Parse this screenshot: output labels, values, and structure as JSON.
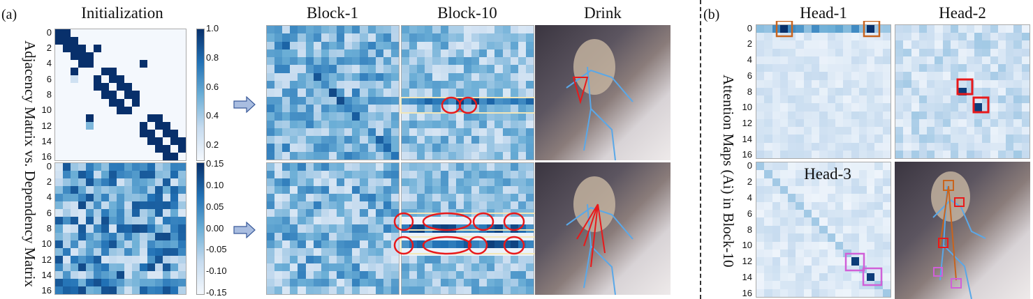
{
  "panel_a": {
    "label": "(a)",
    "col_titles": [
      "Initialization",
      "Block-1",
      "Block-10",
      "Drink"
    ],
    "ylabel": "Adjacency Matrix vs. Dependency Matrix",
    "yticks": [
      "0",
      "2",
      "4",
      "6",
      "8",
      "10",
      "12",
      "14",
      "16"
    ],
    "colorbar_top": [
      "1.0",
      "0.8",
      "0.6",
      "0.4",
      "0.2"
    ],
    "colorbar_bottom": [
      "0.15",
      "0.10",
      "0.05",
      "0.00",
      "-0.05",
      "-0.10",
      "-0.15"
    ]
  },
  "panel_b": {
    "label": "(b)",
    "head_titles": [
      "Head-1",
      "Head-2",
      "Head-3"
    ],
    "ylabel": "Attention Maps (Ai) in Block-10",
    "yticks": [
      "0",
      "2",
      "4",
      "6",
      "8",
      "10",
      "12",
      "14",
      "16"
    ]
  },
  "colors": {
    "dark": "#08306b",
    "mid": "#2171b5",
    "light": "#c6dbef",
    "red": "#e8191b",
    "orange": "#c8641e",
    "pink": "#d060d8",
    "highlight": "#f2e6b8"
  }
}
